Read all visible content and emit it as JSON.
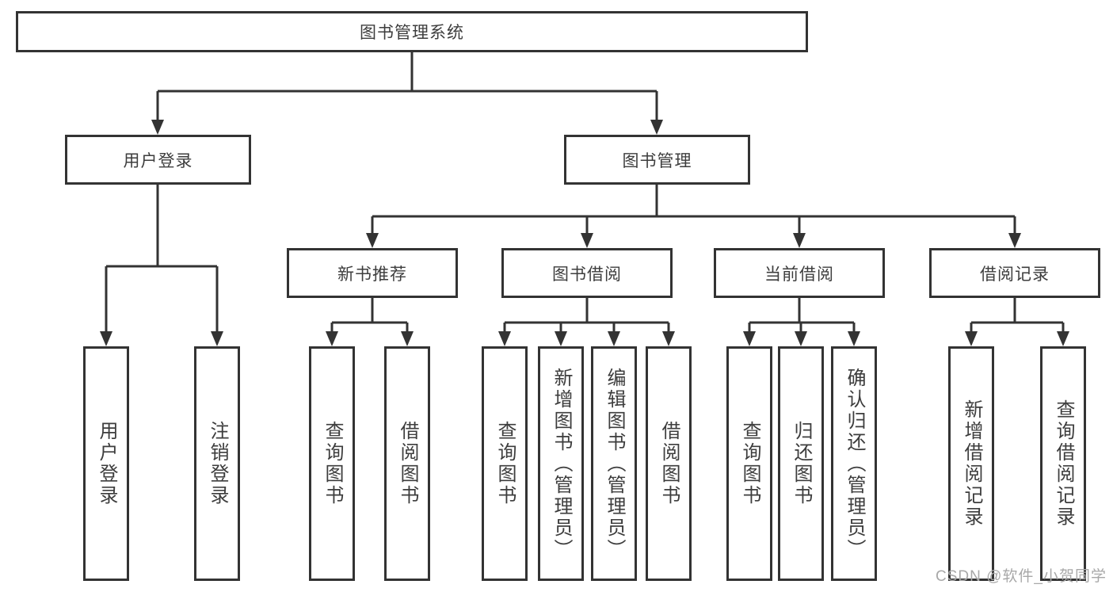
{
  "tree": {
    "root": {
      "label": "图书管理系统"
    },
    "children": [
      {
        "label": "用户登录",
        "children": [
          {
            "label": "用户登录"
          },
          {
            "label": "注销登录"
          }
        ]
      },
      {
        "label": "图书管理",
        "children": [
          {
            "label": "新书推荐",
            "children": [
              {
                "label": "查询图书"
              },
              {
                "label": "借阅图书"
              }
            ]
          },
          {
            "label": "图书借阅",
            "children": [
              {
                "label": "查询图书"
              },
              {
                "label": "新增图书（管理员）"
              },
              {
                "label": "编辑图书（管理员）"
              },
              {
                "label": "借阅图书"
              }
            ]
          },
          {
            "label": "当前借阅",
            "children": [
              {
                "label": "查询图书"
              },
              {
                "label": "归还图书"
              },
              {
                "label": "确认归还（管理员）"
              }
            ]
          },
          {
            "label": "借阅记录",
            "children": [
              {
                "label": "新增借阅记录"
              },
              {
                "label": "查询借阅记录"
              }
            ]
          }
        ]
      }
    ]
  },
  "watermark": "CSDN @软件_小贺同学",
  "colors": {
    "line": "#333333",
    "text": "#3d3d3d",
    "watermark": "#a8a8a8",
    "background": "#ffffff"
  }
}
